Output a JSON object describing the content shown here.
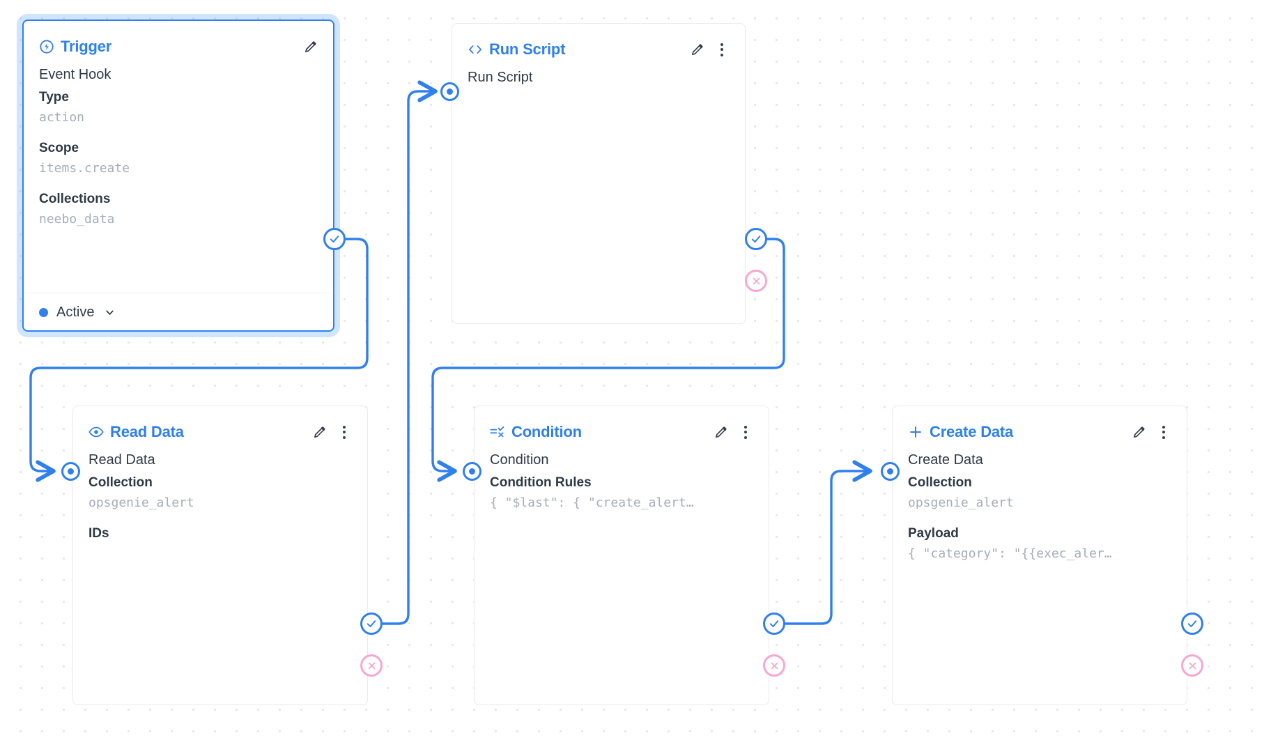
{
  "canvas": {
    "background": "#ffffff",
    "grid_color": "#e4e6ea",
    "accent": "#2f80ed",
    "error_color": "#f8a6d2",
    "muted_value_color": "#a6adb9"
  },
  "nodes": [
    {
      "id": "trigger",
      "title": "Trigger",
      "icon": "trigger-bolt-icon",
      "selected": true,
      "has_menu": false,
      "primary": "Event Hook",
      "fields": [
        {
          "label": "Type",
          "value": "action"
        },
        {
          "label": "Scope",
          "value": "items.create"
        },
        {
          "label": "Collections",
          "value": "neebo_data"
        }
      ],
      "footer": {
        "status": "Active",
        "chevron": "chevron-down-icon"
      },
      "ports": {
        "input": false,
        "success": true,
        "error": false
      }
    },
    {
      "id": "run-script",
      "title": "Run Script",
      "icon": "code-brackets-icon",
      "selected": false,
      "has_menu": true,
      "primary": "Run Script",
      "fields": [],
      "ports": {
        "input": true,
        "success": true,
        "error": true
      }
    },
    {
      "id": "read-data",
      "title": "Read Data",
      "icon": "eye-icon",
      "selected": false,
      "has_menu": true,
      "primary": "Read Data",
      "fields": [
        {
          "label": "Collection",
          "value": "opsgenie_alert"
        },
        {
          "label": "IDs",
          "value": ""
        }
      ],
      "ports": {
        "input": true,
        "success": true,
        "error": true
      }
    },
    {
      "id": "condition",
      "title": "Condition",
      "icon": "condition-filter-icon",
      "selected": false,
      "has_menu": true,
      "primary": "Condition",
      "fields": [
        {
          "label": "Condition Rules",
          "value": "{ \"$last\": { \"create_alert…"
        }
      ],
      "ports": {
        "input": true,
        "success": true,
        "error": true
      }
    },
    {
      "id": "create-data",
      "title": "Create Data",
      "icon": "plus-icon",
      "selected": false,
      "has_menu": true,
      "primary": "Create Data",
      "fields": [
        {
          "label": "Collection",
          "value": "opsgenie_alert"
        },
        {
          "label": "Payload",
          "value": "{ \"category\": \"{{exec_aler…"
        }
      ],
      "ports": {
        "input": true,
        "success": true,
        "error": true
      }
    }
  ],
  "connections": [
    {
      "from": "trigger",
      "from_port": "success",
      "to": "read-data",
      "to_port": "input"
    },
    {
      "from": "run-script",
      "from_port": "success",
      "to": "condition",
      "to_port": "input"
    },
    {
      "from": "read-data",
      "from_port": "success",
      "to": "run-script",
      "to_port": "input"
    },
    {
      "from": "condition",
      "from_port": "success",
      "to": "create-data",
      "to_port": "input"
    }
  ]
}
